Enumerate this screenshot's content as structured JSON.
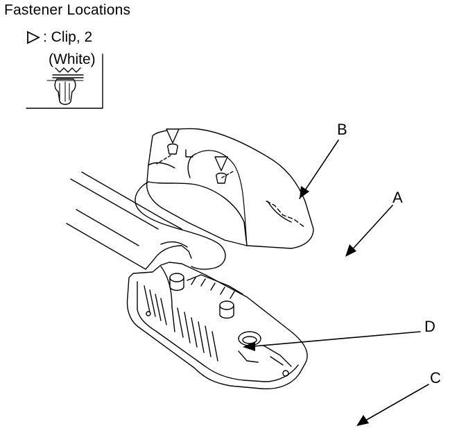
{
  "title": "Fastener Locations",
  "legend": {
    "symbol_icon": "triangle-right-outline-icon",
    "label": ": Clip, 2",
    "sublabel": "(White)"
  },
  "callouts": {
    "a": "A",
    "b": "B",
    "c": "C",
    "d": "D"
  }
}
